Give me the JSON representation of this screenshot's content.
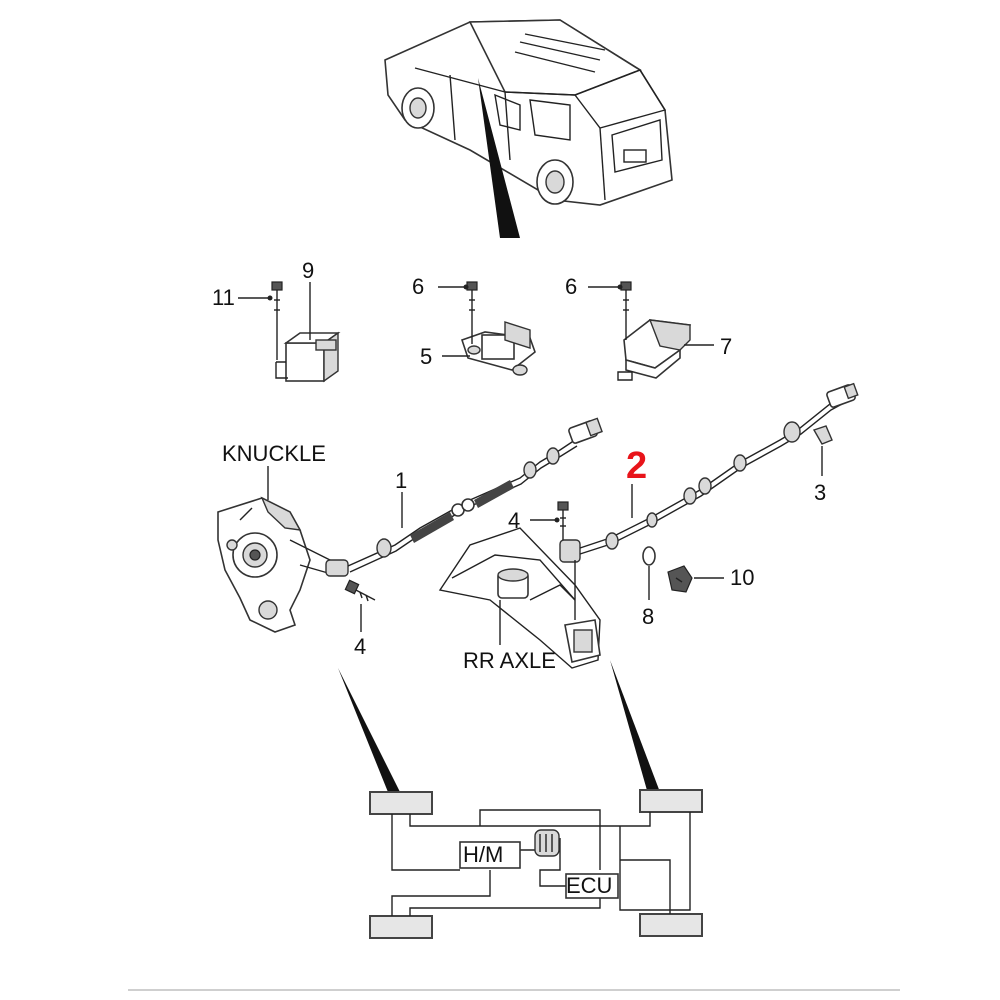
{
  "colors": {
    "highlight": "#e8141a",
    "line": "#222222",
    "block_fill": "#e6e6e6"
  },
  "labels": {
    "knuckle": "KNUCKLE",
    "rr_axle": "RR AXLE",
    "hm": "H/M",
    "ecu": "ECU"
  },
  "callouts": {
    "p1": "1",
    "p2": "2",
    "p3": "3",
    "p4_left": "4",
    "p4_right": "4",
    "p5": "5",
    "p6_mid": "6",
    "p6_right": "6",
    "p7": "7",
    "p8": "8",
    "p9": "9",
    "p10": "10",
    "p11": "11"
  }
}
